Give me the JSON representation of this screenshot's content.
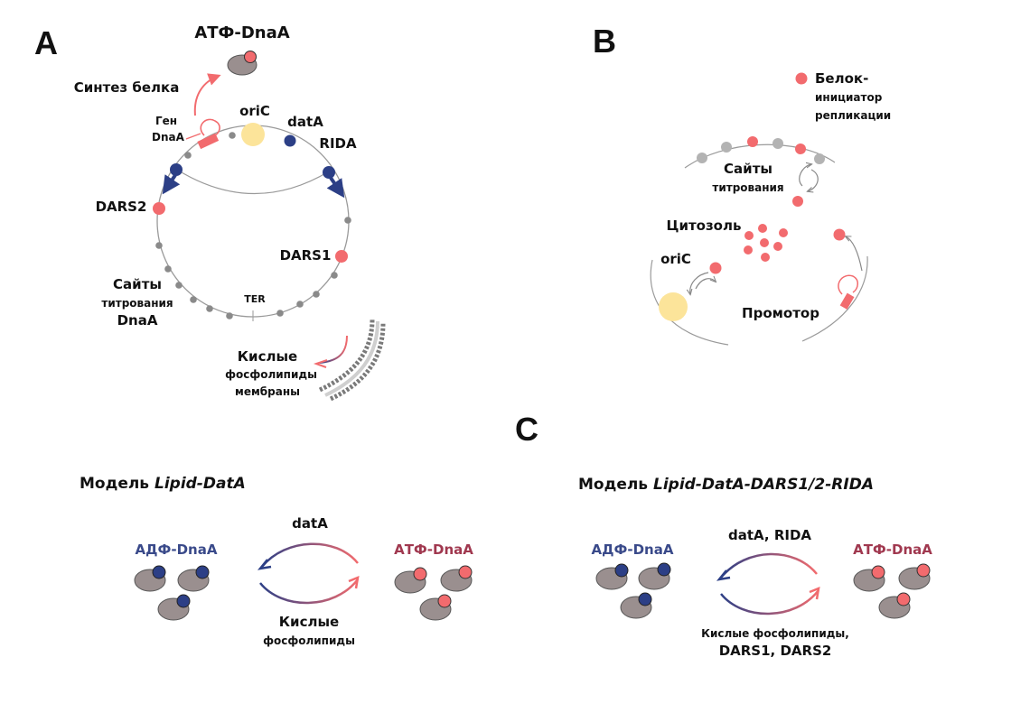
{
  "colors": {
    "red": "#f26b6e",
    "navy": "#2c3f86",
    "grey_dot": "#8a8a8a",
    "light_grey_dot": "#b3b3b3",
    "protein": "#9a8f8f",
    "oric": "#fce49a",
    "adp_text": "#3a4a8a",
    "atp_text": "#a0384f"
  },
  "panels": {
    "a": "A",
    "b": "B",
    "c": "C"
  },
  "panel_a": {
    "atp_dnaa": "АТФ-DnaA",
    "protein_synthesis": "Синтез белка",
    "gene_line1": "Ген",
    "gene_line2": "DnaA",
    "oric": "oriC",
    "data": "datA",
    "rida": "RIDA",
    "dars2": "DARS2",
    "dars1": "DARS1",
    "ter": "TER",
    "titration_line1": "Сайты",
    "titration_line2": "титрования",
    "titration_line3": "DnaA",
    "acidic_line1": "Кислые",
    "acidic_line2": "фосфолипиды",
    "acidic_line3": "мембраны"
  },
  "panel_b": {
    "legend_line1": "Белок-",
    "legend_line2": "инициатор",
    "legend_line3": "репликации",
    "titration_line1": "Сайты",
    "titration_line2": "титрования",
    "cytosol": "Цитозоль",
    "oric": "oriC",
    "promoter": "Промотор"
  },
  "panel_c": {
    "model1": {
      "title_prefix": "Модель ",
      "title_italic": "Lipid-DatA",
      "adp": "АДФ-DnaA",
      "atp": "АТФ-DnaA",
      "top_label": "datA",
      "bottom_line1": "Кислые",
      "bottom_line2": "фосфолипиды"
    },
    "model2": {
      "title_prefix": "Модель ",
      "title_italic": "Lipid-DatA-DARS1/2-RIDA",
      "adp": "АДФ-DnaA",
      "atp": "АТФ-DnaA",
      "top_label": "datA, RIDA",
      "bottom_line1": "Кислые фосфолипиды,",
      "bottom_line2": "DARS1, DARS2"
    }
  }
}
